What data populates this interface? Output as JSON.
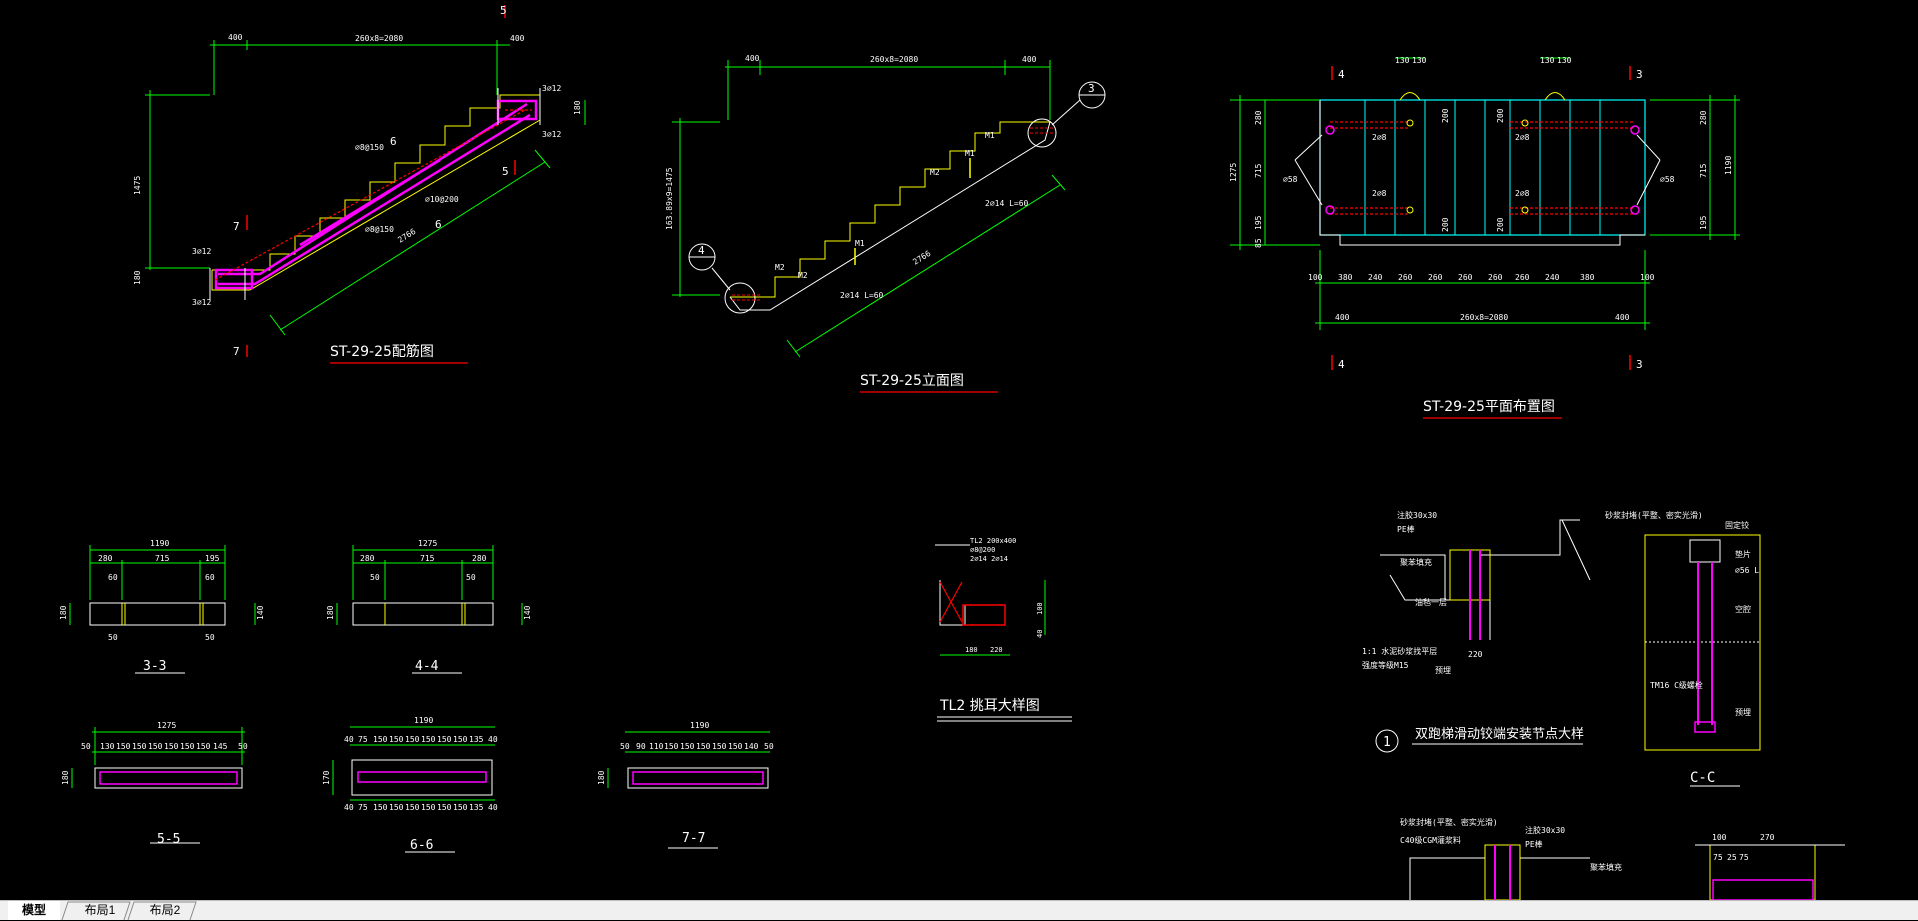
{
  "tabs": [
    {
      "label": "模型",
      "active": true
    },
    {
      "label": "布局1",
      "active": false
    },
    {
      "label": "布局2",
      "active": false
    }
  ],
  "drawings": {
    "reinforcement": {
      "title": "ST-29-25配筋图",
      "dims": {
        "left": "400",
        "mid": "260x8=2080",
        "right": "400",
        "height": "1475",
        "side_a": "180",
        "side_b": "180",
        "slope": "2766"
      },
      "marks": {
        "top5": "5",
        "mid5": "5",
        "bot7a": "7",
        "bot7b": "7",
        "s6a": "6",
        "s6b": "6",
        "r1": "3⌀12",
        "r2": "3⌀12",
        "r3": "3⌀12",
        "r4": "3⌀12",
        "b1": "⌀8@150",
        "b2": "⌀10@200",
        "b3": "⌀8@150"
      }
    },
    "elevation": {
      "title": "ST-29-25立面图",
      "dims": {
        "left": "400",
        "mid": "260x8=2080",
        "right": "400",
        "height": "163.89x9=1475",
        "slope": "2766"
      },
      "callouts": {
        "c3": "3",
        "c4": "4"
      },
      "marks": {
        "m1": "M1",
        "m2": "M2",
        "m3": "M1",
        "m4": "M2",
        "m5": "M1",
        "m6": "M2",
        "n1": "2⌀14 L=60",
        "n2": "2⌀14 L=60"
      }
    },
    "plan": {
      "title": "ST-29-25平面布置图",
      "top_dims": [
        "130",
        "130",
        "130",
        "130"
      ],
      "bottom_dims": [
        "100",
        "380",
        "240",
        "260",
        "260",
        "260",
        "260",
        "260",
        "240",
        "380",
        "100"
      ],
      "total_dims": {
        "left": "400",
        "mid": "260x8=2080",
        "right": "400"
      },
      "left_dims": [
        "1275",
        "280",
        "715",
        "195",
        "85"
      ],
      "right_dims": [
        "280",
        "715",
        "195",
        "1190"
      ],
      "section_marks": {
        "tl": "4",
        "tr": "3",
        "bl": "4",
        "br": "3"
      },
      "labels": {
        "l1": "2⌀8",
        "l2": "2⌀8",
        "l3": "2⌀8",
        "l4": "2⌀8",
        "hole_l": "⌀58",
        "hole_r": "⌀58",
        "v200a": "200",
        "v200b": "200",
        "v200c": "200",
        "v200d": "200"
      }
    },
    "sec33": {
      "title": "3-3",
      "total": "1190",
      "dims": [
        "280",
        "715",
        "195"
      ],
      "sub": [
        "60",
        "60"
      ],
      "h": "180",
      "bot": [
        "50",
        "50"
      ],
      "r": "140"
    },
    "sec44": {
      "title": "4-4",
      "total": "1275",
      "dims": [
        "280",
        "715",
        "280"
      ],
      "sub": [
        "50",
        "50"
      ],
      "h": "180",
      "r": "140"
    },
    "sec55": {
      "title": "5-5",
      "total": "1275",
      "dims": [
        "50",
        "130",
        "150",
        "150",
        "150",
        "150",
        "150",
        "150",
        "145",
        "50"
      ],
      "h": "180"
    },
    "sec66": {
      "title": "6-6",
      "total": "1190",
      "dims_top": [
        "40",
        "75",
        "150",
        "150",
        "150",
        "150",
        "150",
        "150",
        "135",
        "40"
      ],
      "dims_bot": [
        "40",
        "75",
        "150",
        "150",
        "150",
        "150",
        "150",
        "150",
        "135",
        "40"
      ],
      "h": "170"
    },
    "sec77": {
      "title": "7-7",
      "total": "1190",
      "dims": [
        "50",
        "90",
        "110",
        "150",
        "150",
        "150",
        "150",
        "150",
        "140",
        "50"
      ],
      "h": "180"
    },
    "tl2": {
      "title": "TL2 挑耳大样图",
      "dims": [
        "180",
        "220"
      ],
      "side": [
        "100",
        "40"
      ],
      "notes": [
        "TL2 200x400",
        "⌀8@200",
        "2⌀14 2⌀14"
      ]
    },
    "node1": {
      "title": "双跑梯滑动铰端安装节点大样",
      "num": "1",
      "labels": [
        "注胶30x30",
        "PE棒",
        "聚苯填充",
        "油毡一层",
        "1:1 水泥砂浆找平层",
        "强度等级M15",
        "预埋",
        "220"
      ]
    },
    "cc": {
      "title": "C-C",
      "labels": [
        "砂浆封堵(平整、密实光滑)",
        "固定铰",
        "垫片",
        "⌀56 L",
        "空腔",
        "TM16 C级螺栓",
        "预埋"
      ]
    },
    "node2": {
      "labels": [
        "砂浆封堵(平整、密实光滑)",
        "C40级CGM灌浆料",
        "注胶30x30",
        "PE棒",
        "聚苯填充"
      ],
      "dims": [
        "100",
        "270",
        "75",
        "25",
        "75"
      ]
    }
  }
}
